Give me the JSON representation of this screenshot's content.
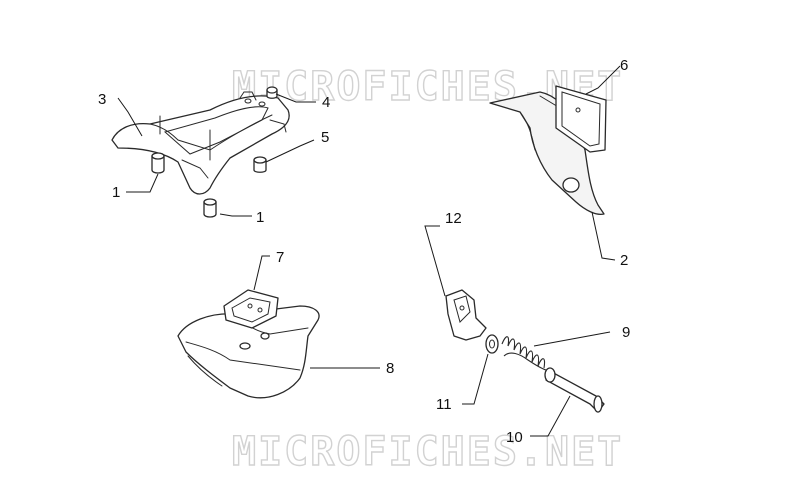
{
  "watermarks": {
    "top": "MICROFICHES.NET",
    "bottom": "MICROFICHES.NET"
  },
  "callouts": [
    {
      "id": "1a",
      "label": "1"
    },
    {
      "id": "1b",
      "label": "1"
    },
    {
      "id": "2",
      "label": "2"
    },
    {
      "id": "3",
      "label": "3"
    },
    {
      "id": "4",
      "label": "4"
    },
    {
      "id": "5",
      "label": "5"
    },
    {
      "id": "6",
      "label": "6"
    },
    {
      "id": "7",
      "label": "7"
    },
    {
      "id": "8",
      "label": "8"
    },
    {
      "id": "9",
      "label": "9"
    },
    {
      "id": "10",
      "label": "10"
    },
    {
      "id": "11",
      "label": "11"
    },
    {
      "id": "12",
      "label": "12"
    }
  ]
}
